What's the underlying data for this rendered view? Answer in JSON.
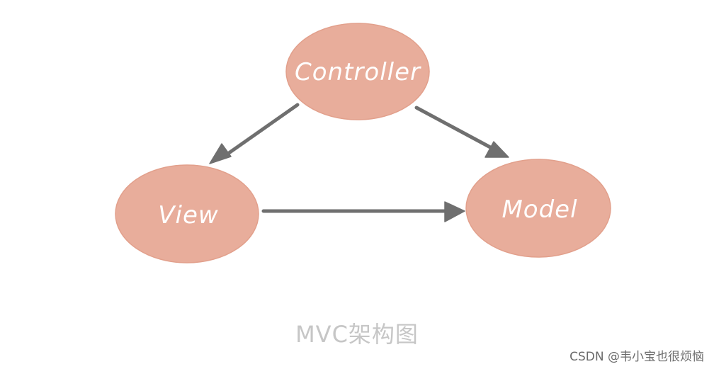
{
  "nodes": {
    "controller": "Controller",
    "view": "View",
    "model": "Model"
  },
  "caption": "MVC架构图",
  "watermark": "CSDN @韦小宝也很烦恼",
  "colors": {
    "node_fill": "#e8ad9b",
    "arrow": "#6f6f6f",
    "caption": "#c6c6c6",
    "node_text": "#ffffff"
  }
}
